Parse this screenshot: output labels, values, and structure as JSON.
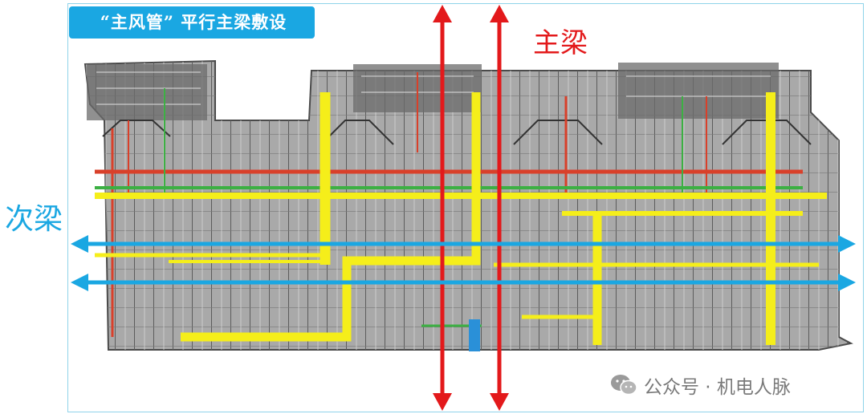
{
  "title": "“主风管” 平行主梁敷设",
  "labels": {
    "main_beam": "主梁",
    "secondary_beam": "次梁"
  },
  "watermark": {
    "icon": "wechat-icon",
    "text": "公众号 · 机电人脉"
  },
  "colors": {
    "frame_border": "#8fd3ea",
    "badge_bg": "#1aa7e2",
    "main_beam": "#e3191b",
    "secondary_beam": "#1aa7e2",
    "main_duct": "#f5ee1a",
    "structure": "#8c8c8c",
    "red_pipe": "#d9402a",
    "green_pipe": "#3cb043"
  },
  "icons": {
    "main_beam_arrows": "double-arrow-vertical-icon",
    "secondary_beam_arrows": "double-arrow-horizontal-icon"
  }
}
